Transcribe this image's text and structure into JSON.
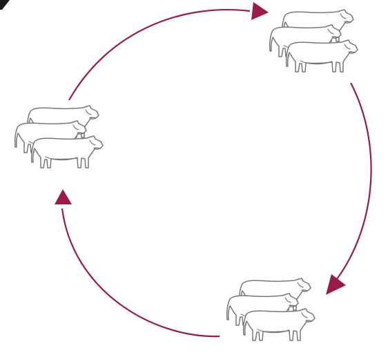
{
  "diagram": {
    "type": "cycle",
    "nodes": [
      {
        "id": "herd-top-right",
        "icon": "cattle-herd-icon"
      },
      {
        "id": "herd-bottom",
        "icon": "cattle-herd-icon"
      },
      {
        "id": "herd-left",
        "icon": "cattle-herd-icon"
      }
    ],
    "edges": [
      {
        "from": "herd-left",
        "to": "herd-top-right"
      },
      {
        "from": "herd-top-right",
        "to": "herd-bottom"
      },
      {
        "from": "herd-bottom",
        "to": "herd-left"
      }
    ],
    "colors": {
      "arrow": "#9b1b45",
      "icon_stroke": "#777777",
      "corner_mark": "#1a1a1a"
    }
  }
}
